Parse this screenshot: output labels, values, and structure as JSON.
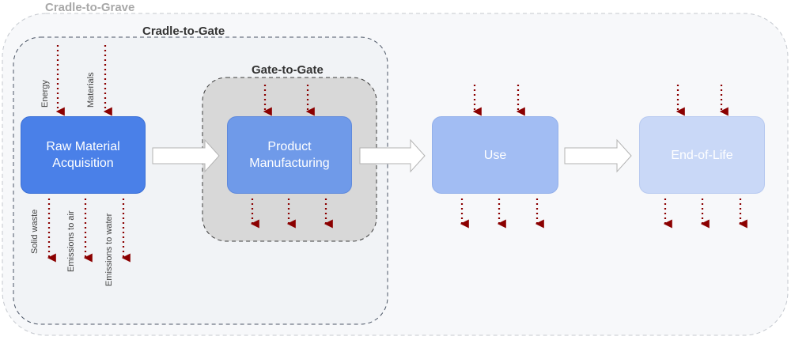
{
  "colors": {
    "arrow_red": "#8b0000",
    "stage_1": "#4a80e8",
    "stage_2": "#6f9ae9",
    "stage_3": "#a2bdf3",
    "stage_4": "#c9d8f7",
    "scope_title_grave": "#a8a8a8",
    "scope_title_gate": "#333333"
  },
  "scopes": {
    "cradle_to_grave": "Cradle-to-Grave",
    "cradle_to_gate": "Cradle-to-Gate",
    "gate_to_gate": "Gate-to-Gate"
  },
  "stages": {
    "raw_material": "Raw Material\nAcquisition",
    "manufacturing": "Product\nManufacturing",
    "use": "Use",
    "end_of_life": "End-of-Life"
  },
  "inputs": {
    "energy": "Energy",
    "materials": "Materials"
  },
  "outputs": {
    "solid_waste": "Solid waste",
    "emissions_air": "Emissions to air",
    "emissions_water": "Emissions to water"
  }
}
